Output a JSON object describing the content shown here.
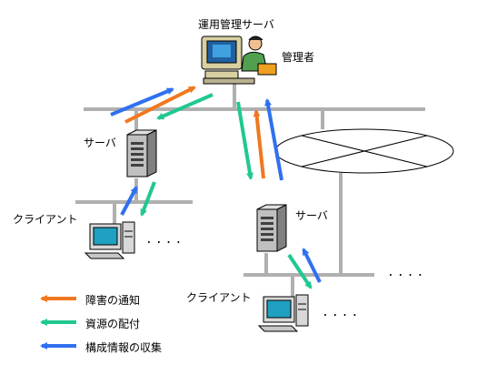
{
  "labels": {
    "admin_server": "運用管理サーバ",
    "admin": "管理者",
    "server_left": "サーバ",
    "server_right": "サーバ",
    "client_left": "クライアント",
    "client_right": "クライアント",
    "ellipsis": "...."
  },
  "legend": [
    {
      "label": "障害の通知",
      "color": "#f07820"
    },
    {
      "label": "資源の配付",
      "color": "#20c890"
    },
    {
      "label": "構成情報の収集",
      "color": "#3070f0"
    }
  ],
  "colors": {
    "fault": "#f07820",
    "distribute": "#20c890",
    "collect": "#3070f0",
    "network": "#b0b0b0"
  }
}
